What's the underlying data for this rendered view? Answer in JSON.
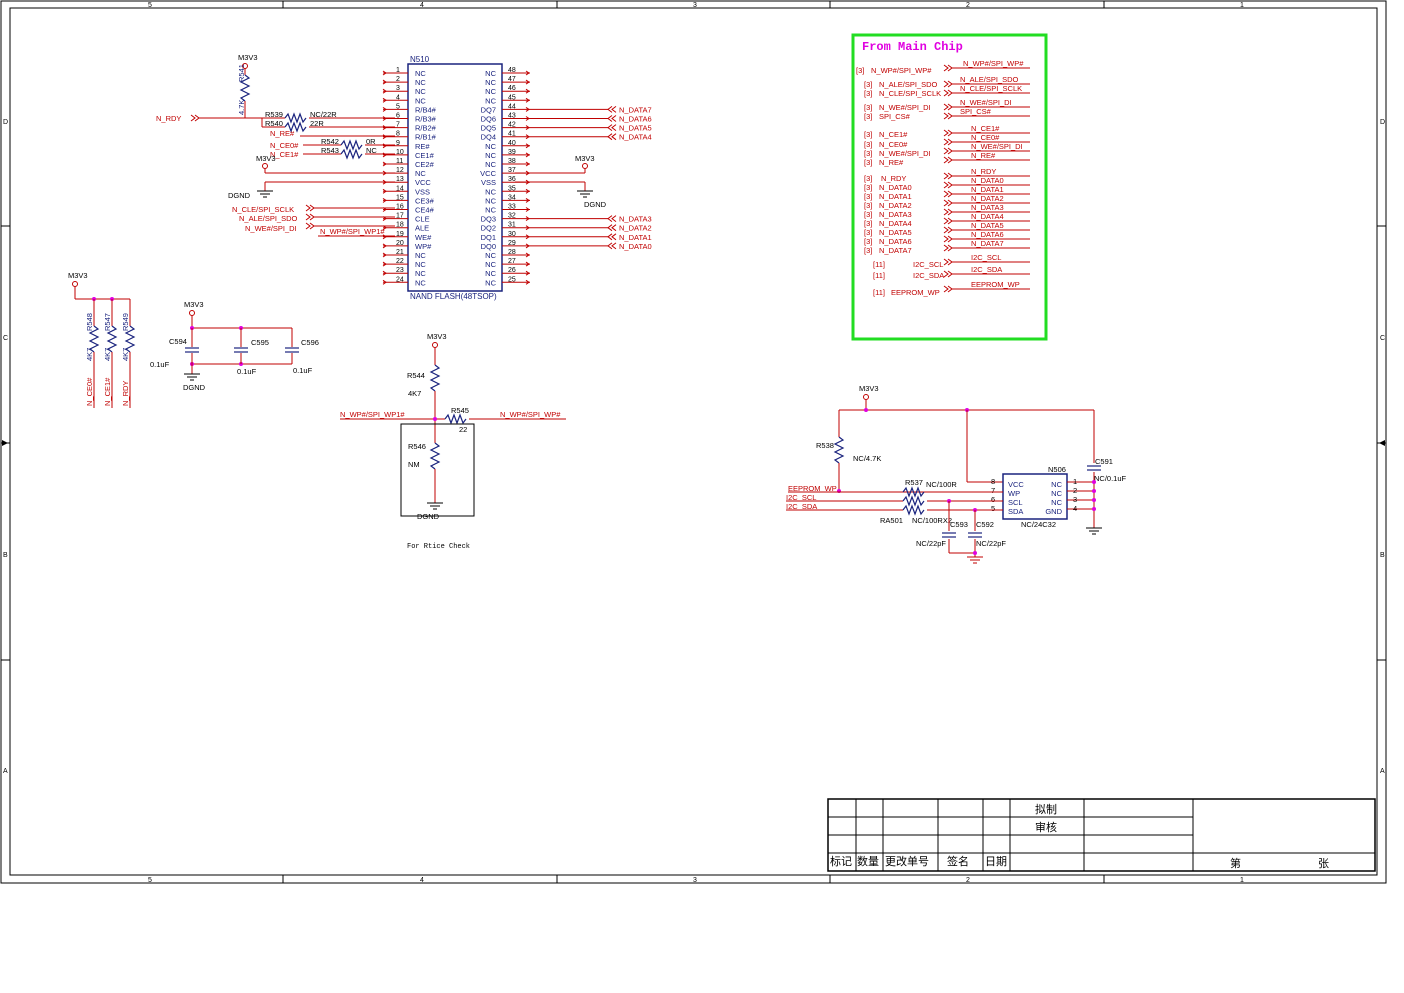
{
  "frame": {
    "col_labels": [
      "5",
      "4",
      "3",
      "2",
      "1"
    ],
    "row_labels": [
      "D",
      "C",
      "B",
      "A"
    ]
  },
  "main_chip_box": {
    "title": "From Main Chip",
    "rows": [
      {
        "ref": "[3]",
        "left": "N_WP#/SPI_WP#",
        "right": "N_WP#/SPI_WP#"
      },
      {
        "ref": "[3]",
        "left": "N_ALE/SPI_SDO",
        "right": "N_ALE/SPI_SDO"
      },
      {
        "ref": "[3]",
        "left": "N_CLE/SPI_SCLK",
        "right": "N_CLE/SPI_SCLK"
      },
      {
        "ref": "[3]",
        "left": "N_WE#/SPI_DI",
        "right": "N_WE#/SPI_DI"
      },
      {
        "ref": "[3]",
        "left": "SPI_CS#",
        "right": "SPI_CS#"
      },
      {
        "ref": "[3]",
        "left": "N_CE1#",
        "right": "N_CE1#"
      },
      {
        "ref": "[3]",
        "left": "N_CE0#",
        "right": "N_CE0#"
      },
      {
        "ref": "[3]",
        "left": "N_WE#/SPI_DI",
        "right": "N_WE#/SPI_DI"
      },
      {
        "ref": "[3]",
        "left": "N_RE#",
        "right": "N_RE#"
      },
      {
        "ref": "[3]",
        "left": "N_RDY",
        "right": "N_RDY"
      },
      {
        "ref": "[3]",
        "left": "N_DATA0",
        "right": "N_DATA0"
      },
      {
        "ref": "[3]",
        "left": "N_DATA1",
        "right": "N_DATA1"
      },
      {
        "ref": "[3]",
        "left": "N_DATA2",
        "right": "N_DATA2"
      },
      {
        "ref": "[3]",
        "left": "N_DATA3",
        "right": "N_DATA3"
      },
      {
        "ref": "[3]",
        "left": "N_DATA4",
        "right": "N_DATA4"
      },
      {
        "ref": "[3]",
        "left": "N_DATA5",
        "right": "N_DATA5"
      },
      {
        "ref": "[3]",
        "left": "N_DATA6",
        "right": "N_DATA6"
      },
      {
        "ref": "[3]",
        "left": "N_DATA7",
        "right": "N_DATA7"
      },
      {
        "ref": "[11]",
        "left": "I2C_SCL",
        "right": "I2C_SCL"
      },
      {
        "ref": "[11]",
        "left": "I2C_SDA",
        "right": "I2C_SDA"
      },
      {
        "ref": "[11]",
        "left": "EEPROM_WP",
        "right": "EEPROM_WP"
      }
    ]
  },
  "nand": {
    "refdes": "N510",
    "part": "NAND FLASH(48TSOP)",
    "left_pins": [
      {
        "num": "1",
        "name": "NC"
      },
      {
        "num": "2",
        "name": "NC"
      },
      {
        "num": "3",
        "name": "NC"
      },
      {
        "num": "4",
        "name": "NC"
      },
      {
        "num": "5",
        "name": "R/B4#"
      },
      {
        "num": "6",
        "name": "R/B3#"
      },
      {
        "num": "7",
        "name": "R/B2#"
      },
      {
        "num": "8",
        "name": "R/B1#"
      },
      {
        "num": "9",
        "name": "RE#"
      },
      {
        "num": "10",
        "name": "CE1#"
      },
      {
        "num": "11",
        "name": "CE2#"
      },
      {
        "num": "12",
        "name": "NC"
      },
      {
        "num": "13",
        "name": "VCC"
      },
      {
        "num": "14",
        "name": "VSS"
      },
      {
        "num": "15",
        "name": "CE3#"
      },
      {
        "num": "16",
        "name": "CE4#"
      },
      {
        "num": "17",
        "name": "CLE"
      },
      {
        "num": "18",
        "name": "ALE"
      },
      {
        "num": "19",
        "name": "WE#"
      },
      {
        "num": "20",
        "name": "WP#"
      },
      {
        "num": "21",
        "name": "NC"
      },
      {
        "num": "22",
        "name": "NC"
      },
      {
        "num": "23",
        "name": "NC"
      },
      {
        "num": "24",
        "name": "NC"
      }
    ],
    "right_pins": [
      {
        "num": "48",
        "name": "NC"
      },
      {
        "num": "47",
        "name": "NC"
      },
      {
        "num": "46",
        "name": "NC"
      },
      {
        "num": "45",
        "name": "NC"
      },
      {
        "num": "44",
        "name": "DQ7"
      },
      {
        "num": "43",
        "name": "DQ6"
      },
      {
        "num": "42",
        "name": "DQ5"
      },
      {
        "num": "41",
        "name": "DQ4"
      },
      {
        "num": "40",
        "name": "NC"
      },
      {
        "num": "39",
        "name": "NC"
      },
      {
        "num": "38",
        "name": "NC"
      },
      {
        "num": "37",
        "name": "VCC"
      },
      {
        "num": "36",
        "name": "VSS"
      },
      {
        "num": "35",
        "name": "NC"
      },
      {
        "num": "34",
        "name": "NC"
      },
      {
        "num": "33",
        "name": "NC"
      },
      {
        "num": "32",
        "name": "DQ3"
      },
      {
        "num": "31",
        "name": "DQ2"
      },
      {
        "num": "30",
        "name": "DQ1"
      },
      {
        "num": "29",
        "name": "DQ0"
      },
      {
        "num": "28",
        "name": "NC"
      },
      {
        "num": "27",
        "name": "NC"
      },
      {
        "num": "26",
        "name": "NC"
      },
      {
        "num": "25",
        "name": "NC"
      }
    ],
    "right_nets": [
      "N_DATA7",
      "N_DATA6",
      "N_DATA5",
      "N_DATA4",
      "N_DATA3",
      "N_DATA2",
      "N_DATA1",
      "N_DATA0"
    ],
    "left_nets": [
      "N_RE#",
      "N_CE0#",
      "N_CE1#",
      "N_CLE/SPI_SCLK",
      "N_ALE/SPI_SDO",
      "N_WE#/SPI_DI",
      "N_WP#/SPI_WP1#"
    ]
  },
  "nand_misc": {
    "m3v3_a": "M3V3",
    "m3v3_b": "M3V3",
    "m3v3_c": "M3V3",
    "dgnd_a": "DGND",
    "dgnd_b": "DGND",
    "n_rdy": "N_RDY",
    "r541": "R541",
    "r541_val": "4.7K",
    "r539": "R539",
    "r539_val": "NC/22R",
    "r540": "R540",
    "r540_val": "22R",
    "r542": "R542",
    "r542_val": "0R",
    "r543": "R543",
    "r543_val": "NC"
  },
  "pullups": {
    "m3v3": "M3V3",
    "items": [
      {
        "ref": "R548",
        "val": "4K7",
        "net": "N_CE0#"
      },
      {
        "ref": "R547",
        "val": "4K7",
        "net": "N_CE1#"
      },
      {
        "ref": "R549",
        "val": "4K7",
        "net": "N_RDY"
      }
    ]
  },
  "caps": {
    "m3v3": "M3V3",
    "dgnd": "DGND",
    "items": [
      {
        "ref": "C594",
        "val": "0.1uF"
      },
      {
        "ref": "C595",
        "val": "0.1uF"
      },
      {
        "ref": "C596",
        "val": "0.1uF"
      }
    ]
  },
  "wp_block": {
    "m3v3": "M3V3",
    "r544": "R544",
    "r544_val": "4K7",
    "r545": "R545",
    "r545_val": "22",
    "r546": "R546",
    "r546_val": "NM",
    "dgnd": "DGND",
    "net_left": "N_WP#/SPI_WP1#",
    "net_right": "N_WP#/SPI_WP#",
    "note": "For Rtice Check"
  },
  "eeprom": {
    "m3v3": "M3V3",
    "refdes": "N506",
    "part": "NC/24C32",
    "left_pins": [
      {
        "num": "8",
        "name": "VCC"
      },
      {
        "num": "7",
        "name": "WP"
      },
      {
        "num": "6",
        "name": "SCL"
      },
      {
        "num": "5",
        "name": "SDA"
      }
    ],
    "right_pins": [
      {
        "num": "1",
        "name": "NC"
      },
      {
        "num": "2",
        "name": "NC"
      },
      {
        "num": "3",
        "name": "NC"
      },
      {
        "num": "4",
        "name": "GND"
      }
    ],
    "r538": "R538",
    "r538_val": "NC/4.7K",
    "r537": "R537",
    "r537_val": "NC/100R",
    "ra501": "RA501",
    "ra501_val": "NC/100RX2",
    "c591": "C591",
    "c591_val": "NC/0.1uF",
    "c593": "C593",
    "c593_val": "NC/22pF",
    "c592": "C592",
    "c592_val": "NC/22pF",
    "net_wp": "EEPROM_WP",
    "net_scl": "I2C_SCL",
    "net_sda": "I2C_SDA",
    "pin1": "1",
    "pin2": "2",
    "pin3": "3",
    "pin4": "4"
  },
  "title_block": {
    "draft": "拟制",
    "review": "审核",
    "mark": "标记",
    "qty": "数量",
    "change_no": "更改单号",
    "sign": "签名",
    "date": "日期",
    "sheet": "第",
    "of": "张"
  }
}
